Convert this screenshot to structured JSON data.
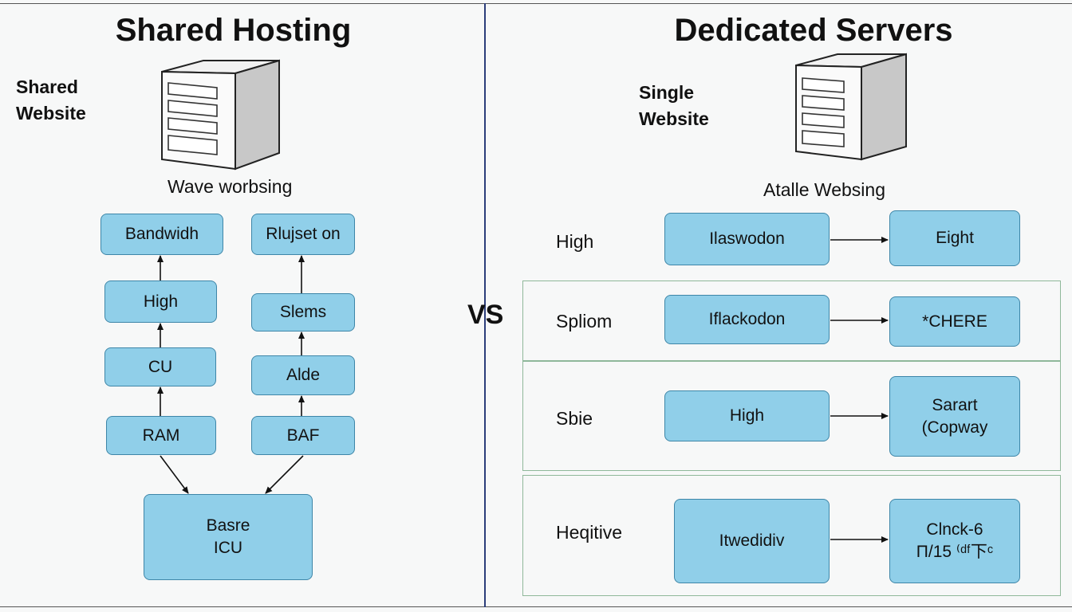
{
  "left": {
    "title": "Shared Hosting",
    "label": [
      "Shared",
      "Website"
    ],
    "caption": "Wave worbsing",
    "col1": [
      "Bandwidh",
      "High",
      "CU",
      "RAM"
    ],
    "col2": [
      "Rlujset on",
      "Slems",
      "Alde",
      "BAF"
    ],
    "base": [
      "Basre",
      "ICU"
    ]
  },
  "vs": "VS",
  "right": {
    "title": "Dedicated Servers",
    "label": [
      "Single",
      "Website"
    ],
    "caption": "Atalle Websing",
    "rows": [
      {
        "label": "High",
        "mid": "Ilaswodon",
        "end": [
          "Eight"
        ]
      },
      {
        "label": "Spliom",
        "mid": "Iflackodon",
        "end": [
          "*CHERE"
        ]
      },
      {
        "label": "Sbie",
        "mid": "High",
        "end": [
          "Sarart",
          "(Copway"
        ]
      },
      {
        "label": "Heqitive",
        "mid": "Itwedidiv",
        "end": [
          "Clnck-6",
          "Π/15 ⁽ᵈᶠ下ᶜ"
        ]
      }
    ]
  },
  "colors": {
    "box_fill": "#90cfe9",
    "box_border": "#3e86a8",
    "divider": "#2c3e7a",
    "row_border": "#8fb89a"
  }
}
